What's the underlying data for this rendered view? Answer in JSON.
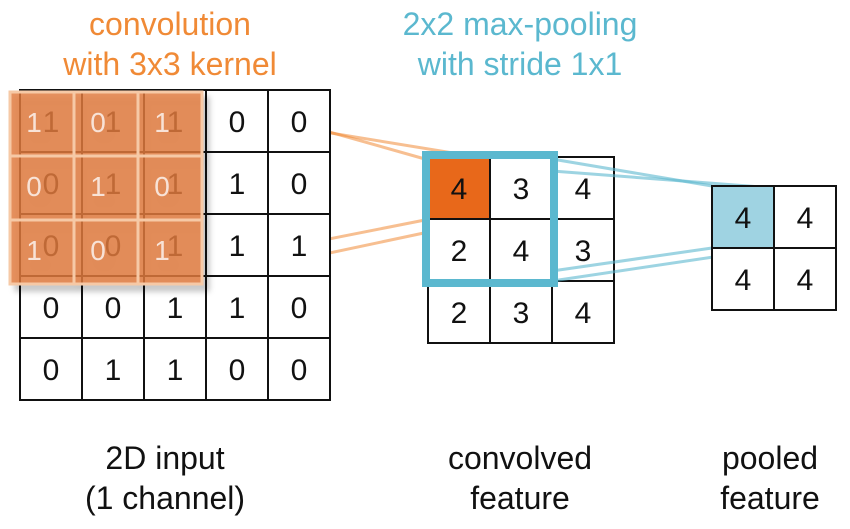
{
  "titles": {
    "convolution": [
      "convolution",
      "with 3x3 kernel"
    ],
    "pooling": [
      "2x2 max-pooling",
      "with stride 1x1"
    ]
  },
  "input": {
    "values": [
      [
        1,
        1,
        1,
        0,
        0
      ],
      [
        0,
        1,
        1,
        1,
        0
      ],
      [
        0,
        0,
        1,
        1,
        1
      ],
      [
        0,
        0,
        1,
        1,
        0
      ],
      [
        0,
        1,
        1,
        0,
        0
      ]
    ],
    "caption": [
      "2D input",
      "(1 channel)"
    ]
  },
  "kernel": {
    "values": [
      [
        1,
        0,
        1
      ],
      [
        0,
        1,
        0
      ],
      [
        1,
        0,
        1
      ]
    ]
  },
  "convolved": {
    "values": [
      [
        4,
        3,
        4
      ],
      [
        2,
        4,
        3
      ],
      [
        2,
        3,
        4
      ]
    ],
    "caption": [
      "convolved",
      "feature"
    ]
  },
  "pooled": {
    "values": [
      [
        4,
        4
      ],
      [
        4,
        4
      ]
    ],
    "caption": [
      "pooled",
      "feature"
    ]
  },
  "colors": {
    "orange": "#f08a36",
    "kernel_fill": "#e07a3e",
    "conv_highlight": "#e8681a",
    "blue": "#5bb8cf",
    "pool_highlight": "#9fd3e2",
    "grid": "#111111"
  }
}
